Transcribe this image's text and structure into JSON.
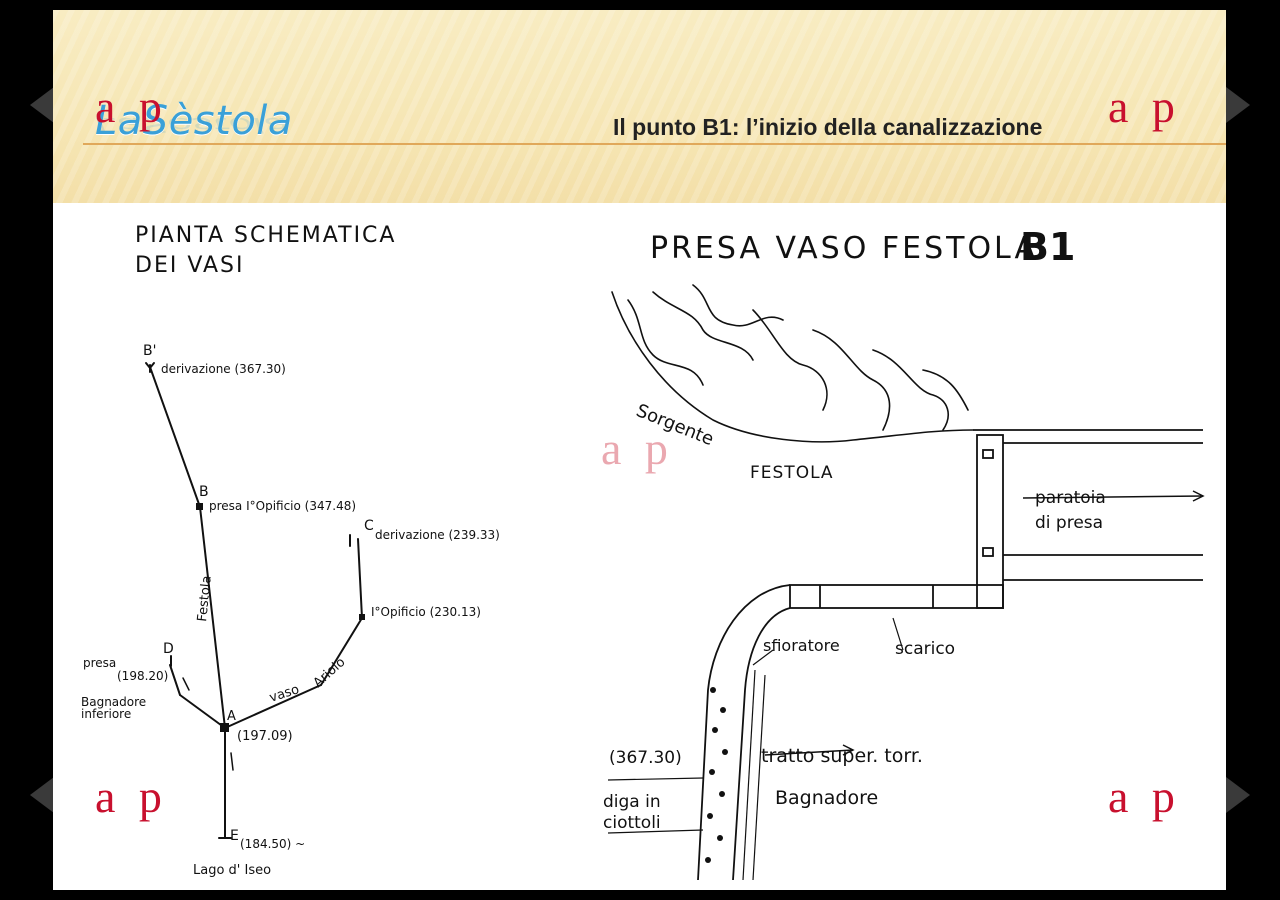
{
  "header": {
    "logo": "LaSèstola",
    "title": "Il punto B1: l’inizio della canalizzazione"
  },
  "watermark": "a p",
  "left_diagram": {
    "title_line1": "PIANTA SCHEMATICA",
    "title_line2": "DEI VASI",
    "labels": {
      "b_prime": "B'",
      "deriv_b": "derivazione (367.30)",
      "b": "B",
      "presa_b": "presa I°Opificio (347.48)",
      "festola": "Festola",
      "c": "C",
      "deriv_c": "derivazione (239.33)",
      "opificio_c": "I°Opificio (230.13)",
      "vaso": "vaso",
      "ariolo": "Ariolo",
      "d": "D",
      "presa_d": "presa",
      "quota_d": "(198.20)",
      "bagnadore": "Bagnadore",
      "inferiore": "inferiore",
      "a": "A",
      "quota_a": "(197.09)",
      "e": "E",
      "quota_e": "(184.50) ~",
      "lago": "Lago d' Iseo"
    }
  },
  "right_diagram": {
    "title": "PRESA VASO FESTOLA",
    "code": "B1",
    "labels": {
      "sorgente": "Sorgente",
      "festola": "FESTOLA",
      "paratoia": "paratoia",
      "di_presa": "di presa",
      "sfioratore": "sfioratore",
      "scarico": "scarico",
      "quota": "(367.30)",
      "tratto": "tratto super. torr.",
      "bagnadore": "Bagnadore",
      "diga_in": "diga in",
      "ciottoli": "ciottoli"
    }
  }
}
